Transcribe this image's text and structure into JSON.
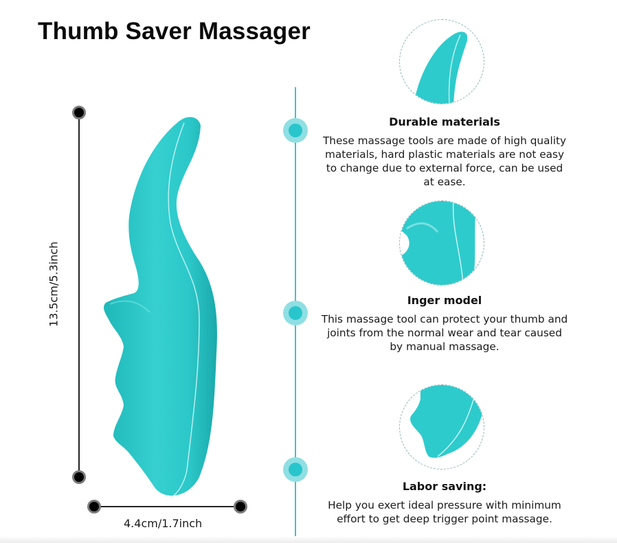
{
  "title": "Thumb Saver Massager",
  "dimensions": {
    "height_label": "13.5cm/5.3inch",
    "width_label": "4.4cm/1.7inch"
  },
  "colors": {
    "product_teal": "#2fcdcf",
    "timeline": "#4bbcc4",
    "node_inner": "#28c6cc",
    "node_outer": "#8fdfe3"
  },
  "features": [
    {
      "icon": "tip-closeup-image",
      "heading": "Durable materials",
      "body": "These massage tools are made of high quality materials, hard plastic materials are not easy to change due to external force, can be used at ease."
    },
    {
      "icon": "grip-closeup-image",
      "heading": "Inger model",
      "body": "This massage tool can protect your thumb and joints from the normal wear and tear caused by manual massage."
    },
    {
      "icon": "knob-closeup-image",
      "heading": "Labor saving:",
      "body": "Help you exert ideal pressure with minimum effort to get deep trigger point massage."
    }
  ]
}
